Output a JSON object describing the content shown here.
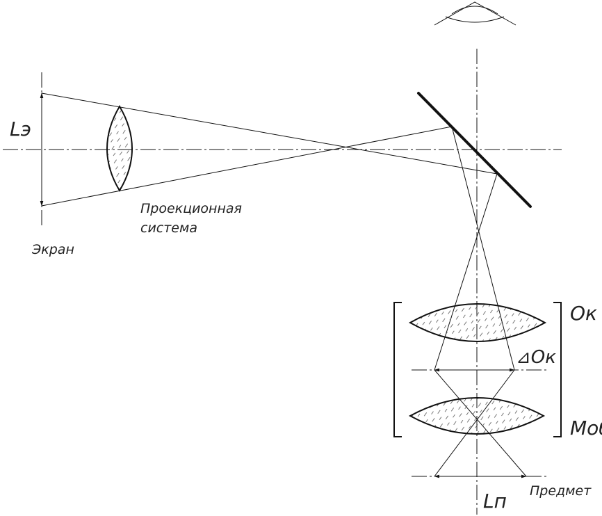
{
  "labels": {
    "screen_size": "Lэ",
    "screen": "Экран",
    "projection_line1": "Проекционная",
    "projection_line2": "система",
    "eyepiece": "Ок",
    "eyepiece_delta": "⊿Ок",
    "objective": "Моб",
    "object_size": "Lп",
    "object": "Предмет"
  }
}
